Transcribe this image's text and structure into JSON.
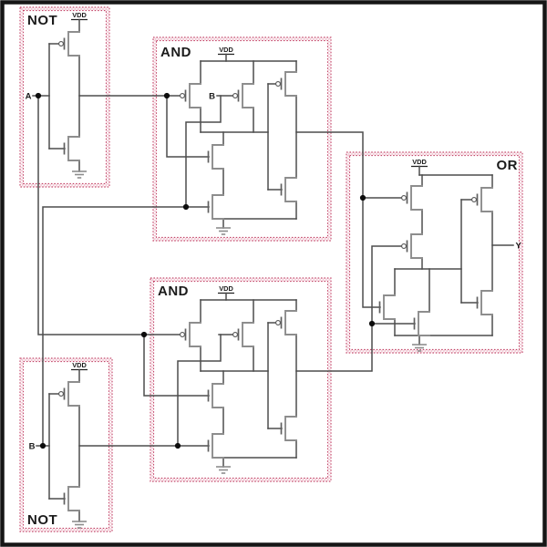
{
  "diagram": {
    "type": "cmos-logic-schematic",
    "gates": {
      "not_a": {
        "label": "NOT",
        "vdd": "VDD"
      },
      "and_top": {
        "label": "AND",
        "vdd": "VDD",
        "second_input_label": "B"
      },
      "and_bottom": {
        "label": "AND",
        "vdd": "VDD"
      },
      "or_out": {
        "label": "OR",
        "vdd": "VDD"
      },
      "not_b": {
        "label": "NOT",
        "vdd": "VDD"
      }
    },
    "ports": {
      "a": "A",
      "b": "B",
      "y": "Y"
    },
    "colors": {
      "frame": "#161616",
      "wire": "#4d4d4d",
      "device": "#8d8d8d",
      "box_border": "#c4476a",
      "box_band": "#f2c9d5",
      "background": "#ffffff"
    }
  }
}
